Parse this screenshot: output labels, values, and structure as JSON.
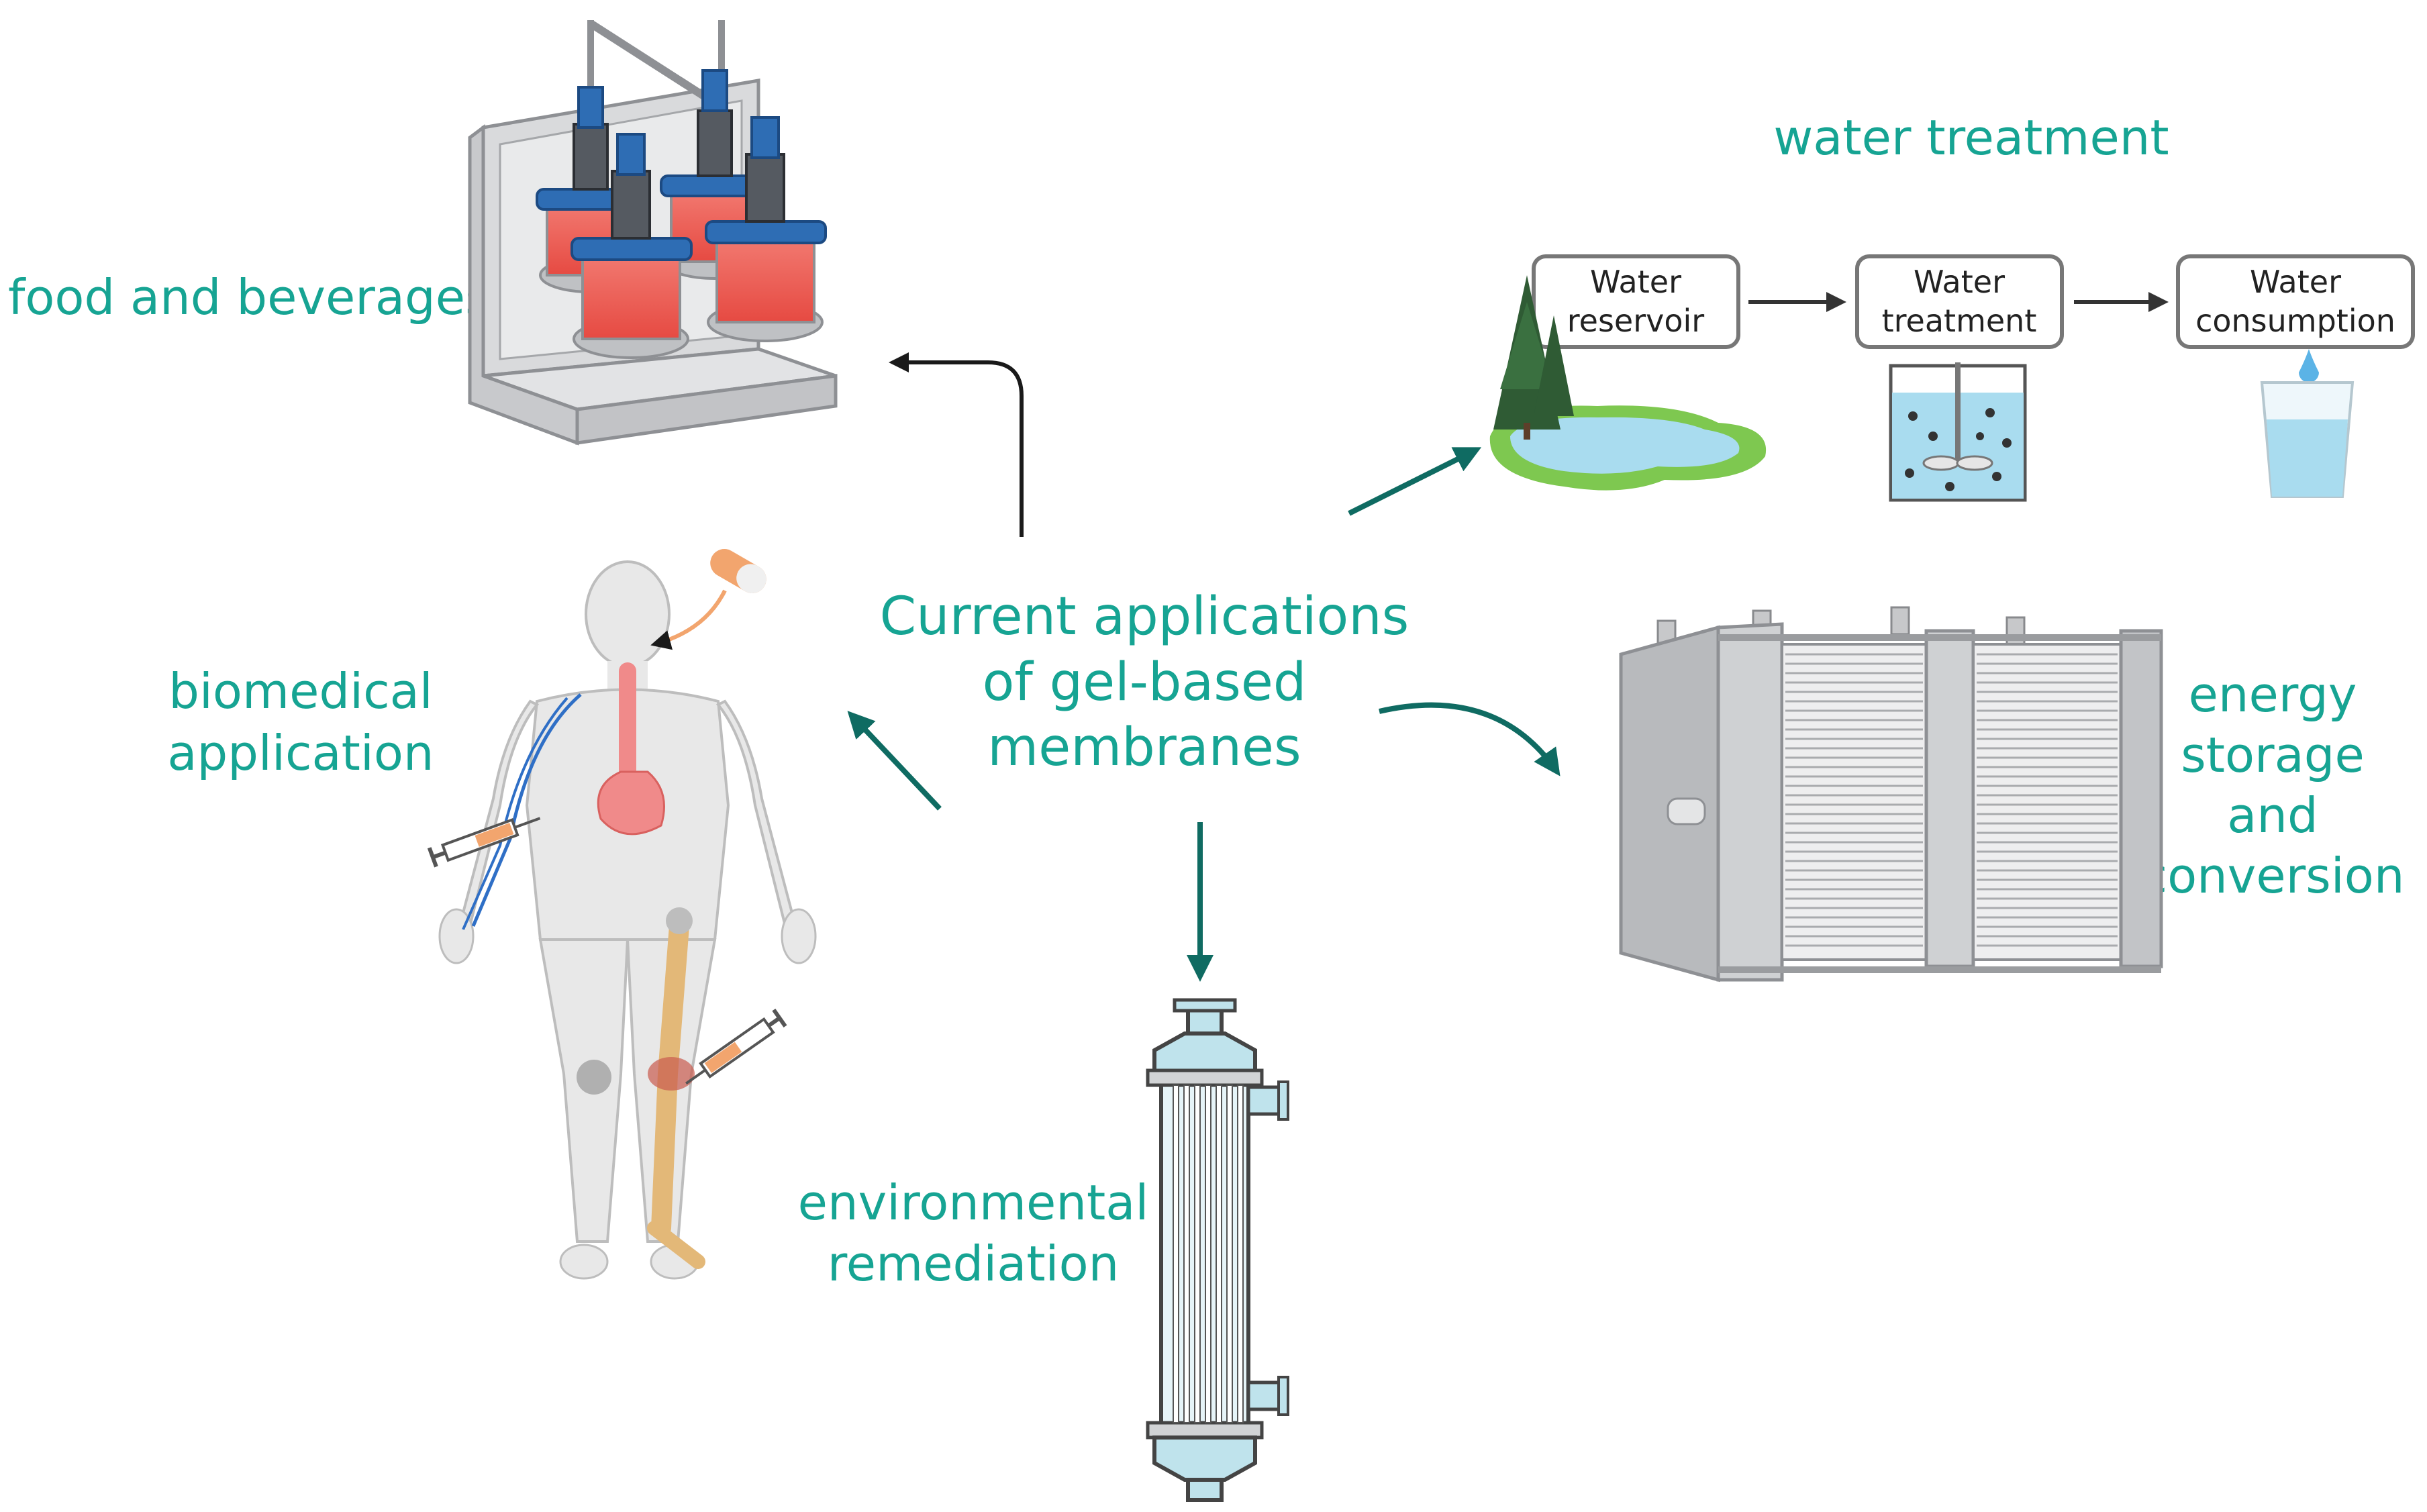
{
  "diagram": {
    "center_title": [
      "Current applications",
      "of gel-based",
      "membranes"
    ],
    "labels": {
      "food": "food and beverages",
      "water": "water treatment",
      "biomedical": [
        "biomedical",
        "application"
      ],
      "energy": [
        "energy",
        "storage",
        "and",
        "conversion"
      ],
      "environmental": [
        "environmental",
        "remediation"
      ]
    },
    "water_steps": [
      [
        "Water",
        "reservoir"
      ],
      [
        "Water",
        "treatment"
      ],
      [
        "Water",
        "consumption"
      ]
    ]
  },
  "colors": {
    "label": "#16a493",
    "arrow_teal": "#0f6b62",
    "arrow_dark": "#1a1a1a",
    "exchanger_fluid": "#bfe3ec",
    "bioreactor_liquid": "#ef5350",
    "bioreactor_lid": "#2e6db4",
    "water_blue": "#a9dcef",
    "grass": "#7ec850",
    "skin": "#e8e8e8",
    "stomach": "#f08a8a",
    "bone": "#e3b878",
    "vein": "#2f6fc6"
  },
  "icons": [
    "bioreactor-icon",
    "pond-with-trees-icon",
    "stirred-tank-icon",
    "water-glass-icon",
    "human-body-icon",
    "capsule-icon",
    "syringe-icon",
    "electrolyzer-stack-icon",
    "tube-heat-exchanger-icon"
  ]
}
